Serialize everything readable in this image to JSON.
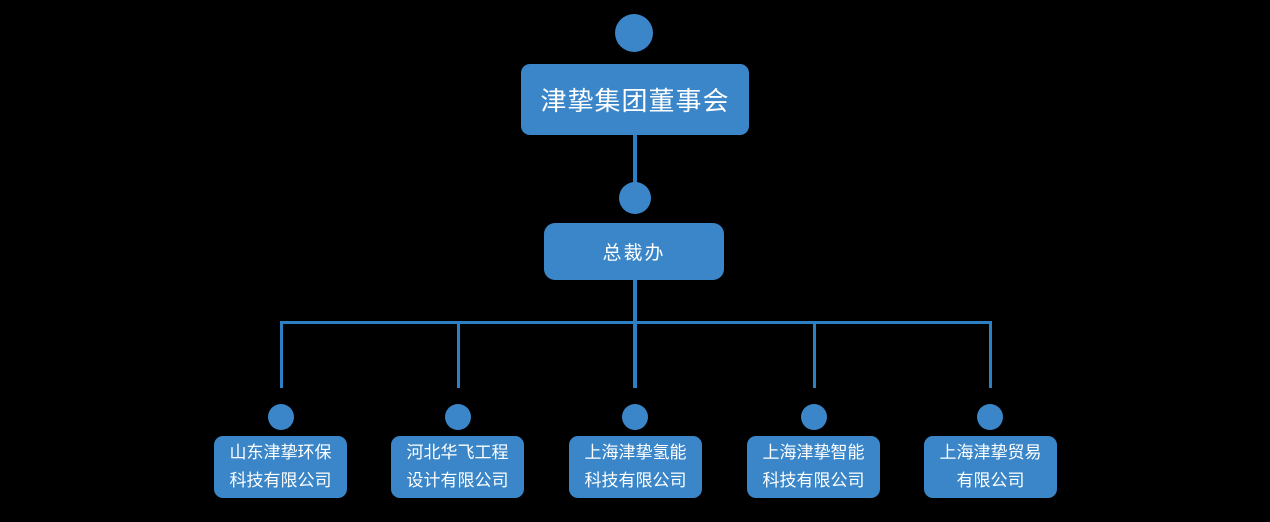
{
  "colors": {
    "background": "#000000",
    "node-fill": "#3a86c8",
    "connector": "#2e80c4",
    "text-color": "#ffffff"
  },
  "org": {
    "root": {
      "label": "津挚集团董事会"
    },
    "middle": {
      "label": "总裁办"
    },
    "children": [
      {
        "line1": "山东津挚环保",
        "line2": "科技有限公司"
      },
      {
        "line1": "河北华飞工程",
        "line2": "设计有限公司"
      },
      {
        "line1": "上海津挚氢能",
        "line2": "科技有限公司"
      },
      {
        "line1": "上海津挚智能",
        "line2": "科技有限公司"
      },
      {
        "line1": "上海津挚贸易",
        "line2": "有限公司"
      }
    ]
  }
}
